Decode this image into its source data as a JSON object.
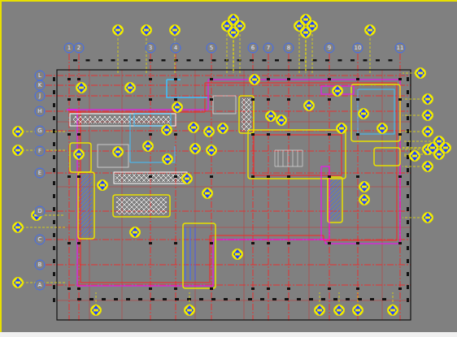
{
  "diagram": {
    "labels": [
      "1",
      "2",
      "3",
      "4",
      "5",
      "6",
      "7",
      "8",
      "9",
      "10",
      "11",
      "L",
      "K",
      "J",
      "H",
      "G",
      "F",
      "E",
      "D",
      "C",
      "B",
      "A"
    ]
  }
}
